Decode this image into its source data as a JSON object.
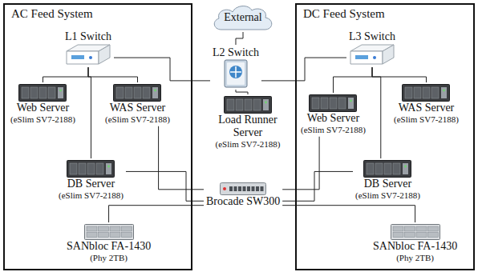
{
  "diagram": {
    "nodes": [
      {
        "text": [
          "AC Feed System"
        ]
      },
      {
        "text": [
          "L1 Switch"
        ],
        "in": 0
      },
      {
        "text": [
          "Web Server",
          "(eSlim SV7-2188)"
        ],
        "in": 0
      },
      {
        "text": [
          "WAS Server",
          "(eSlim SV7-2188)"
        ],
        "in": 0
      },
      {
        "text": [
          "DB Server",
          "(eSlim SV7-2188)"
        ],
        "in": 0
      },
      {
        "text": [
          "SANbloc FA-1430",
          "(Phy 2TB)"
        ],
        "in": 0
      },
      {
        "text": [
          "External"
        ]
      },
      {
        "text": [
          "L2 Switch"
        ]
      },
      {
        "text": [
          "Load Runner Server",
          "(eSlim SV7-2188)"
        ]
      },
      {
        "text": [
          "Brocade SW300"
        ]
      },
      {
        "text": [
          "DC Feed System"
        ]
      },
      {
        "text": [
          "L3 Switch"
        ],
        "in": 10
      },
      {
        "text": [
          "Web Server",
          "(eSlim SV7-2188)"
        ],
        "in": 10
      },
      {
        "text": [
          "WAS Server",
          "(eSlim SV7-2188)"
        ],
        "in": 10
      },
      {
        "text": [
          "DB Server",
          "(eSlim SV7-2188)"
        ],
        "in": 10
      },
      {
        "text": [
          "SANbloc FA-1430",
          "(Phy 2TB)"
        ],
        "in": 10
      }
    ],
    "edges": [
      {
        "from": 6,
        "to": 7,
        "arrow": "none"
      },
      {
        "from": 1,
        "to": 2,
        "arrow": "none"
      },
      {
        "from": 1,
        "to": 3,
        "arrow": "none"
      },
      {
        "from": 1,
        "to": 4,
        "arrow": "none"
      },
      {
        "from": 1,
        "to": 7,
        "arrow": "none"
      },
      {
        "from": 7,
        "to": 11,
        "arrow": "none"
      },
      {
        "from": 7,
        "to": 8,
        "arrow": "none"
      },
      {
        "from": 11,
        "to": 12,
        "arrow": "none"
      },
      {
        "from": 11,
        "to": 13,
        "arrow": "none"
      },
      {
        "from": 11,
        "to": 14,
        "arrow": "none"
      },
      {
        "from": 3,
        "to": 9,
        "arrow": "none"
      },
      {
        "from": 4,
        "to": 9,
        "arrow": "none"
      },
      {
        "from": 12,
        "to": 9,
        "arrow": "none"
      },
      {
        "from": 14,
        "to": 9,
        "arrow": "none"
      },
      {
        "from": 9,
        "to": 5,
        "arrow": "none"
      },
      {
        "from": 9,
        "to": 15,
        "arrow": "none"
      }
    ]
  }
}
